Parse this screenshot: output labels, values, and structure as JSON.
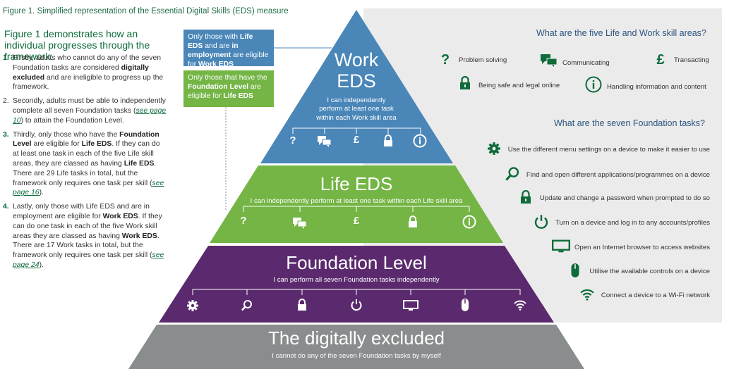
{
  "caption": "Figure 1. Simplified representation of the Essential Digital Skills (EDS) measure",
  "left": {
    "heading": "Figure 1 demonstrates how an individual progresses through the framework:",
    "steps": [
      {
        "num": "1.",
        "t1": "Firstly, adults who cannot do any of the seven Foundation tasks are considered ",
        "b1": "digitally excluded",
        "t2": " and are ineligible to progress up the framework."
      },
      {
        "num": "2.",
        "t1": "Secondly, adults must be able to independently complete all seven Foundation tasks (",
        "link": "see page 10",
        "t2": ") to attain the Foundation Level."
      },
      {
        "num": "3.",
        "t1": "Thirdly, only those who have the ",
        "b1": "Foundation Level",
        "t2": " are eligible for ",
        "b2": "Life EDS",
        "t3": ". If they can do at least one task in each of the five Life skill areas, they are classed as having ",
        "b3": "Life EDS",
        "t4": ". There are 29 Life tasks in total, but the framework only requires one task per skill (",
        "link": "see page 16",
        "t5": ")."
      },
      {
        "num": "4.",
        "t1": "Lastly, only those with Life EDS and are in employment are eligible for ",
        "b1": "Work EDS",
        "t2": ". If they can do one task in each of the five Work skill areas they are classed as having ",
        "b2": "Work EDS",
        "t3": ". There are 17 Work tasks in total, but the framework only requires one task per skill (",
        "link": "see page 24",
        "t4": ")."
      }
    ]
  },
  "callouts": {
    "blue": {
      "t1": "Only those with ",
      "b1": "Life EDS",
      "t2": " and are ",
      "b2": "in employment",
      "t3": " are eligible for ",
      "b3": "Work EDS"
    },
    "green": {
      "t1": "Only those that have the ",
      "b1": "Foundation Level",
      "t2": " are eligible for ",
      "b2": "Life EDS"
    }
  },
  "pyramid": {
    "work": {
      "title_line1": "Work",
      "title_line2": "EDS",
      "sub_line1": "I can independently",
      "sub_line2": "perform at least one task",
      "sub_line3": "within each Work skill area"
    },
    "life": {
      "title": "Life EDS",
      "sub": "I can independently perform at least one task within each Life skill area"
    },
    "foundation": {
      "title": "Foundation Level",
      "sub": "I can perform all seven Foundation tasks independently"
    },
    "excluded": {
      "title": "The digitally excluded",
      "sub": "I cannot do any of the seven Foundation tasks by myself"
    },
    "colors": {
      "work": "#4a86b8",
      "life": "#74b545",
      "foundation": "#5b2a6e",
      "excluded": "#8a8d8e"
    }
  },
  "skill_areas": {
    "heading": "What are the five Life and Work skill areas?",
    "items": [
      {
        "icon": "question-icon",
        "glyph": "?",
        "label": "Problem solving"
      },
      {
        "icon": "speech-bubbles-icon",
        "glyph": "",
        "label": "Communicating"
      },
      {
        "icon": "pound-icon",
        "glyph": "£",
        "label": "Transacting"
      },
      {
        "icon": "lock-icon",
        "glyph": "",
        "label": "Being safe and legal online"
      },
      {
        "icon": "info-icon",
        "glyph": "i",
        "label": "Handling information and content"
      }
    ]
  },
  "foundation_tasks": {
    "heading": "What are the seven Foundation tasks?",
    "items": [
      {
        "icon": "gear-icon",
        "label": "Use the different menu settings on a device to make it easier to use"
      },
      {
        "icon": "search-icon",
        "label": "Find and open different applications/programmes on a device"
      },
      {
        "icon": "lock-icon",
        "label": "Update and change a password when prompted to do so"
      },
      {
        "icon": "power-icon",
        "label": "Turn on a device and log in to any accounts/profiles"
      },
      {
        "icon": "monitor-icon",
        "label": "Open an Internet browser to access websites"
      },
      {
        "icon": "mouse-icon",
        "label": "Utilise the available controls on a device"
      },
      {
        "icon": "wifi-icon",
        "label": "Connect a device to a Wi-Fi network"
      }
    ]
  }
}
